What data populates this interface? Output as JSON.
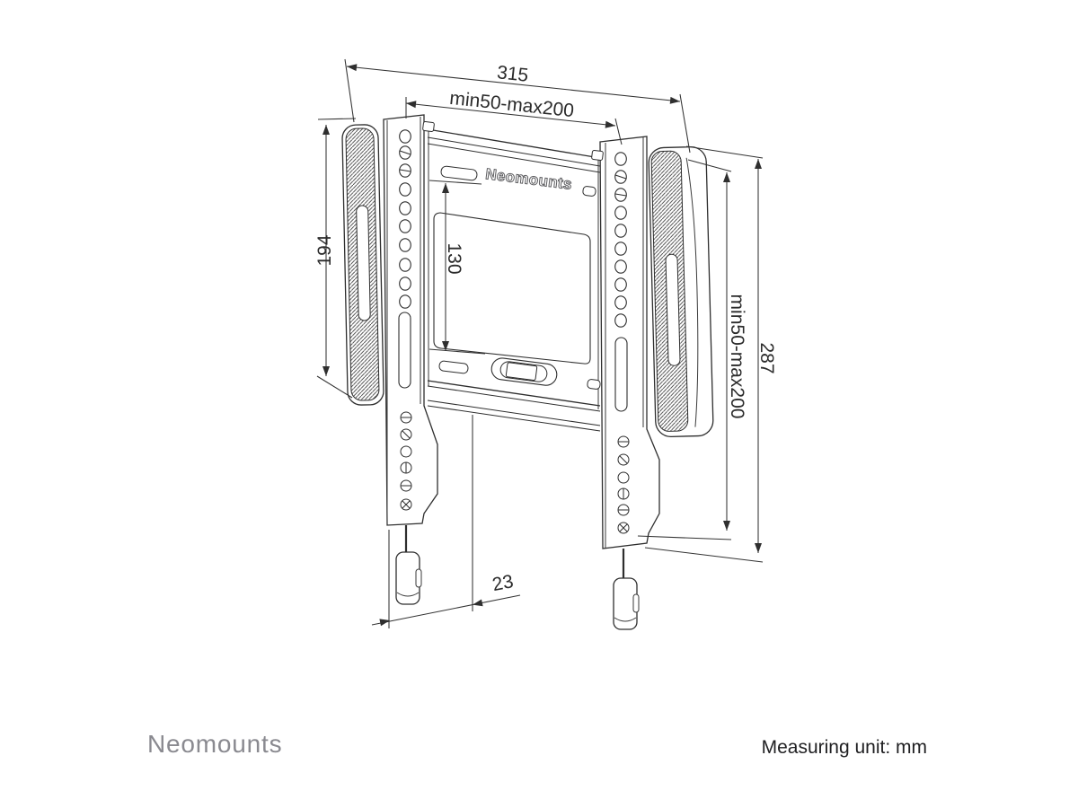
{
  "diagram": {
    "plate_logo": "Neomounts",
    "dimensions": {
      "total_width": "315",
      "vesa_width_range": "min50-max200",
      "bracket_height_left": "194",
      "vesa_height": "130",
      "vesa_height_range": "min50-max200",
      "bracket_height_right": "287",
      "depth": "23"
    }
  },
  "footer": {
    "brand": "Neomounts",
    "measuring_unit_label": "Measuring unit: mm"
  },
  "colors": {
    "line": "#2e2e2e",
    "brand_gray": "#8a8a90",
    "text_dark": "#202022",
    "background": "#ffffff"
  }
}
